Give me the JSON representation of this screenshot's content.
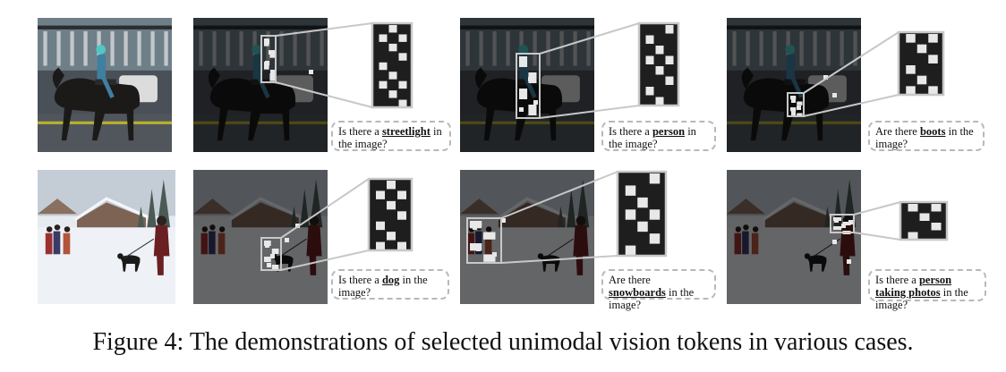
{
  "figure": {
    "caption": "Figure 4: The demonstrations of selected unimodal vision tokens in various cases."
  },
  "rows": [
    {
      "scene": "horse-street",
      "cases": [
        {
          "q_pre": "Is there a ",
          "q_key": "streetlight",
          "q_post": " in the image?"
        },
        {
          "q_pre": "Is there a ",
          "q_key": "person",
          "q_post": " in the image?"
        },
        {
          "q_pre": "Are there ",
          "q_key": "boots",
          "q_post": " in the image?"
        }
      ]
    },
    {
      "scene": "snow-dog",
      "cases": [
        {
          "q_pre": "Is there a ",
          "q_key": "dog",
          "q_post": " in the image?"
        },
        {
          "q_pre": "Are there ",
          "q_key": "snowboards",
          "q_post": " in the image?"
        },
        {
          "q_pre": "Is there a ",
          "q_key": "person taking photos",
          "q_post": " in the image?"
        }
      ]
    }
  ],
  "colors": {
    "box_stroke": "#c8c8c8",
    "token_fill": "#e8e8e8",
    "dim_overlay": "#000000",
    "row1_sky": "#7a8a94",
    "row2_snow": "#e9eef4"
  }
}
